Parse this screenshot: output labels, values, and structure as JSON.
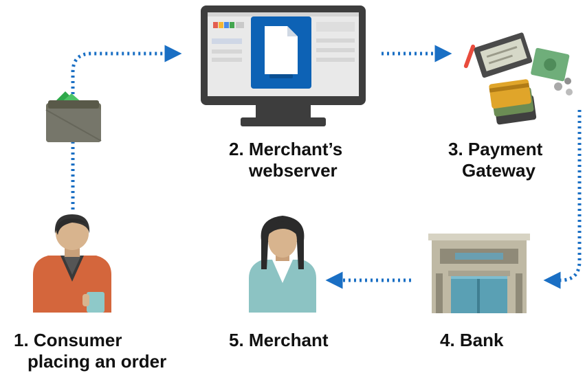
{
  "colors": {
    "flow_arrow": "#1a6fc4",
    "label_text": "#111111"
  },
  "nodes": {
    "consumer": {
      "line1": "1. Consumer",
      "line2": "placing an order",
      "icon": "person-with-phone-icon"
    },
    "webserver": {
      "line1": "2. Merchant’s",
      "line2": "webserver",
      "icon": "monitor-icon"
    },
    "gateway": {
      "line1": "3. Payment",
      "line2": "Gateway",
      "icon": "payment-methods-icon"
    },
    "bank": {
      "line1": "4. Bank",
      "icon": "bank-building-icon"
    },
    "merchant": {
      "line1": "5. Merchant",
      "icon": "woman-icon"
    },
    "wallet": {
      "icon": "wallet-icon"
    }
  },
  "flows": [
    {
      "from": "consumer",
      "to": "webserver"
    },
    {
      "from": "webserver",
      "to": "gateway"
    },
    {
      "from": "gateway",
      "to": "bank"
    },
    {
      "from": "bank",
      "to": "merchant"
    }
  ]
}
